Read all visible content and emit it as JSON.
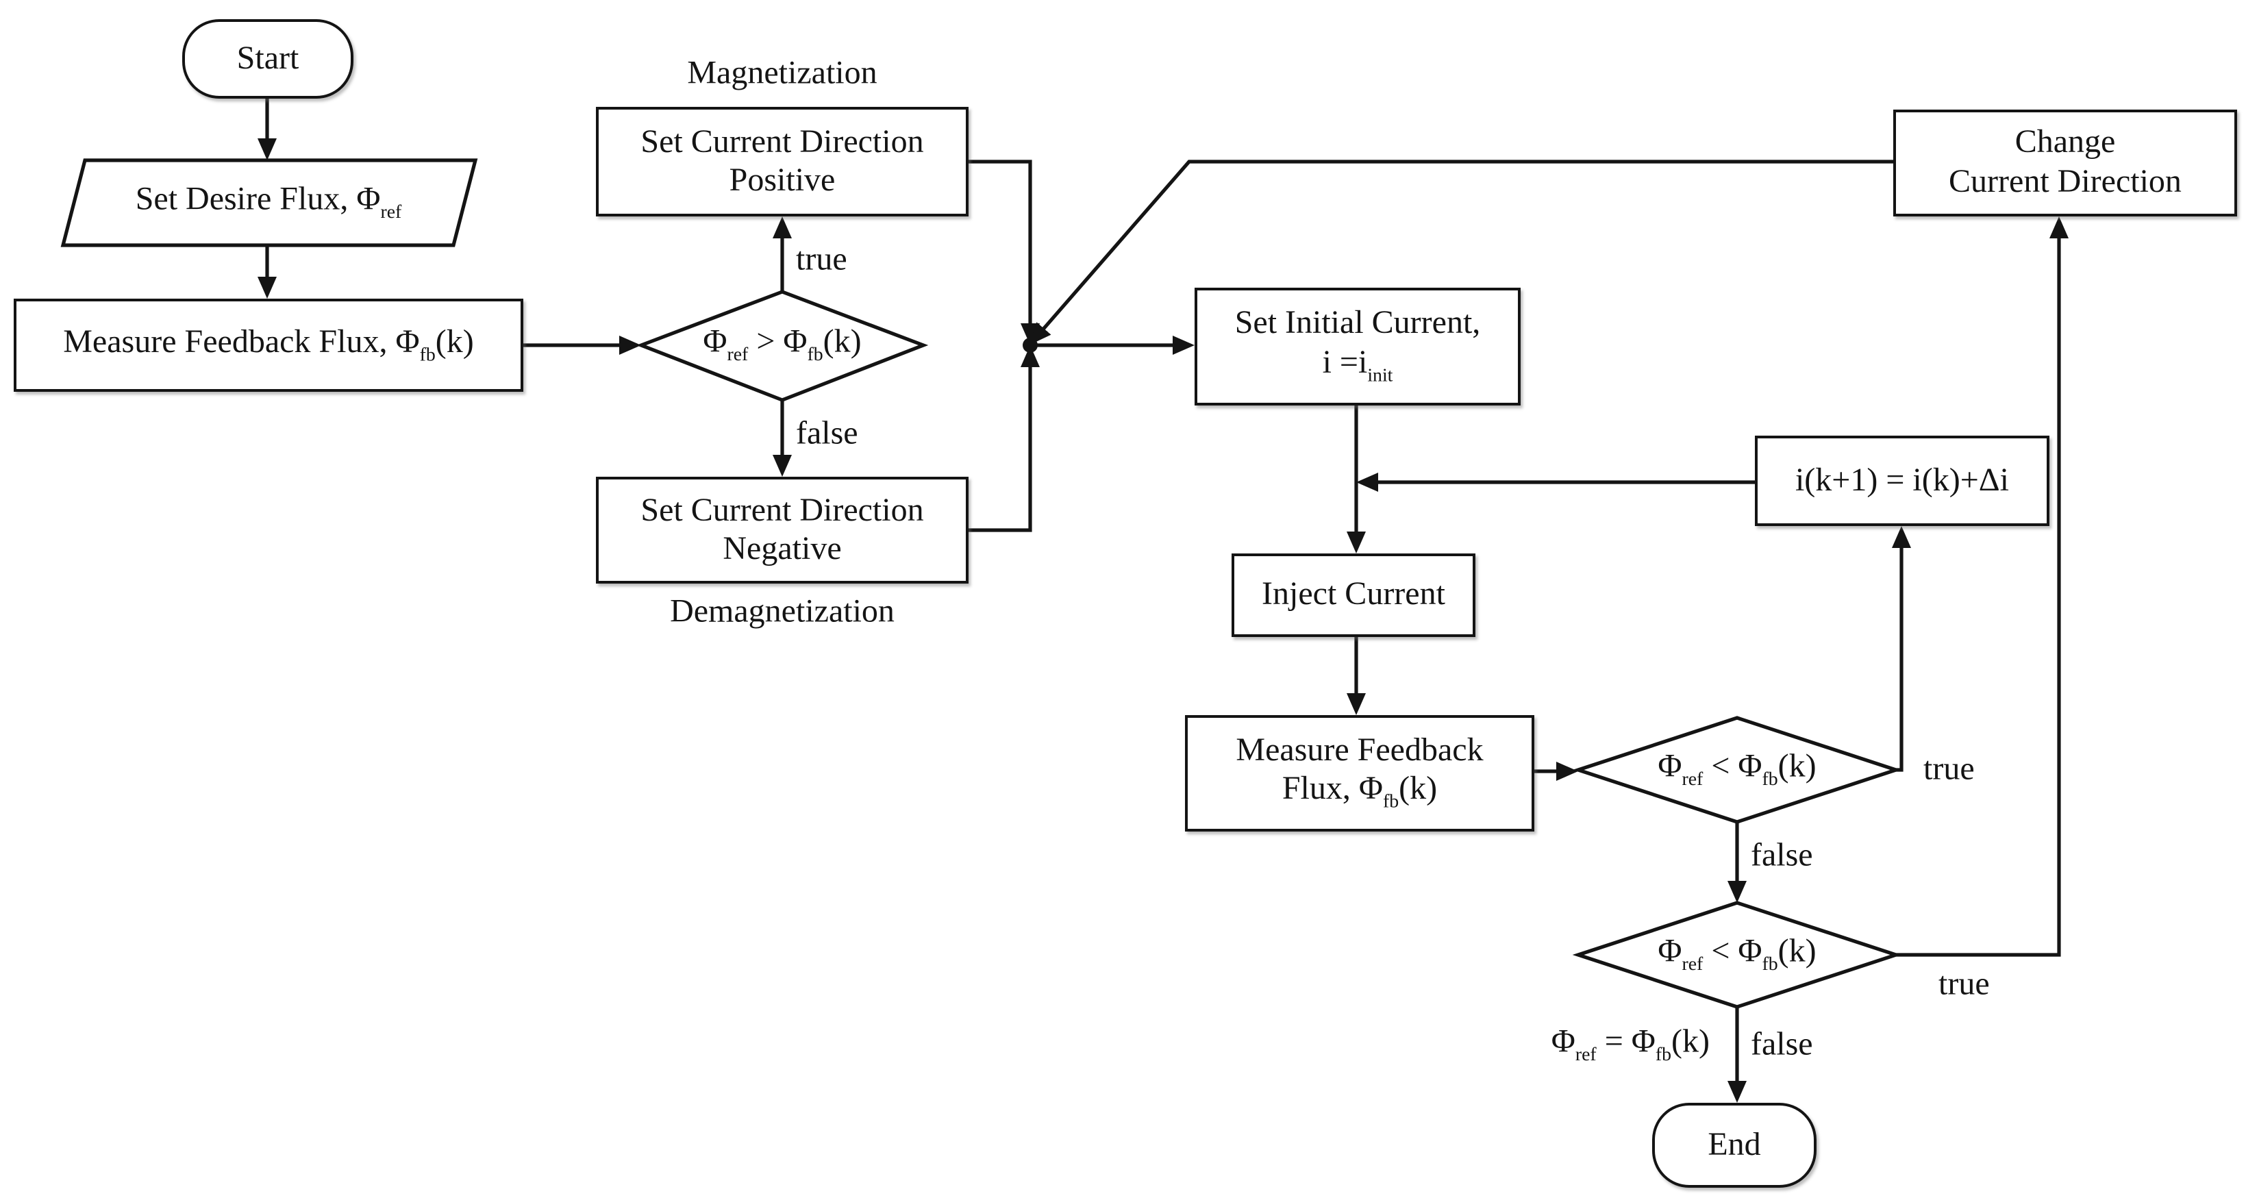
{
  "colors": {
    "background": "#ffffff",
    "ink": "#141414"
  },
  "nodes": {
    "start": {
      "label": "Start"
    },
    "set_desire_flux": {
      "pre": "Set Desire Flux, Φ",
      "sub": "ref"
    },
    "measure_feedback_1": {
      "pre": "Measure Feedback Flux, Φ",
      "sub": "fb",
      "post": "(k)"
    },
    "decision_magnetize": {
      "p1": "Φ",
      "s1": "ref",
      "op": " > Φ",
      "s2": "fb",
      "post": "(k)"
    },
    "set_positive": {
      "label": "Set Current Direction Positive",
      "caption": "Magnetization"
    },
    "set_negative": {
      "label": "Set Current Direction Negative",
      "caption": "Demagnetization"
    },
    "set_initial_current": {
      "line1": "Set Initial Current,",
      "line2_pre": "i =i",
      "line2_sub": "init"
    },
    "inject_current": {
      "label": "Inject Current"
    },
    "measure_feedback_2": {
      "line1": "Measure Feedback",
      "line2_pre": "Flux, Φ",
      "line2_sub": "fb",
      "line2_post": "(k)"
    },
    "decision_increment": {
      "p1": "Φ",
      "s1": "ref",
      "op": " < Φ",
      "s2": "fb",
      "post": "(k)"
    },
    "current_update": {
      "label": "i(k+1) = i(k)+Δi"
    },
    "decision_overshoot": {
      "p1": "Φ",
      "s1": "ref",
      "op": " < Φ",
      "s2": "fb",
      "post": "(k)"
    },
    "change_direction": {
      "line1": "Change",
      "line2": "Current Direction"
    },
    "result_equal": {
      "p1": "Φ",
      "s1": "ref",
      "op": " = Φ",
      "s2": "fb",
      "post": "(k)"
    },
    "end": {
      "label": "End"
    }
  },
  "edge_labels": {
    "magnetize_true": "true",
    "magnetize_false": "false",
    "increment_true": "true",
    "increment_false": "false",
    "overshoot_true": "true",
    "overshoot_false": "false"
  }
}
